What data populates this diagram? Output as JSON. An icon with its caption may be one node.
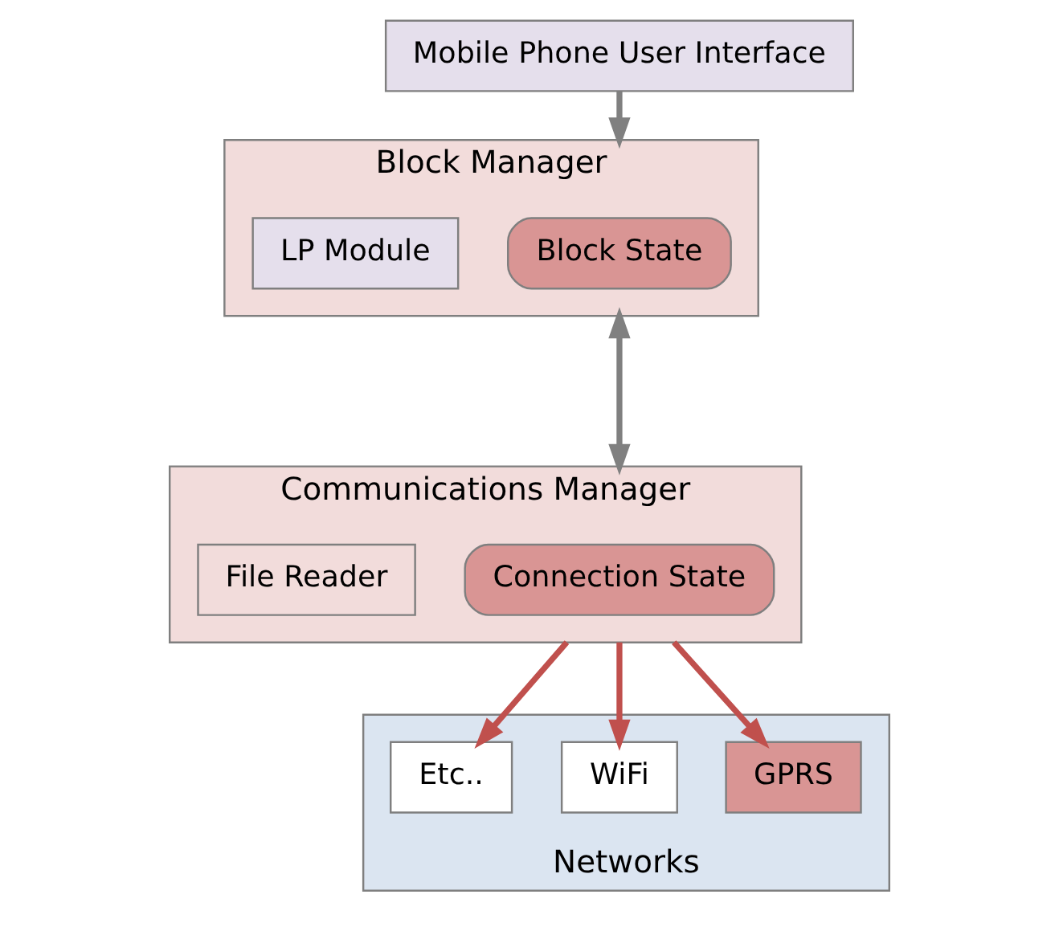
{
  "diagram": {
    "nodes": [
      {
        "text": [
          "Mobile Phone User Interface"
        ]
      },
      {
        "text": [
          "Block Manager"
        ]
      },
      {
        "text": [
          "Block State"
        ],
        "in": 1
      },
      {
        "text": [
          "LP Module"
        ],
        "in": 1
      },
      {
        "text": [
          "Communications Manager"
        ]
      },
      {
        "text": [
          "Connection State"
        ],
        "in": 4
      },
      {
        "text": [
          "File Reader"
        ],
        "in": 4
      },
      {
        "text": [
          "Networks"
        ]
      },
      {
        "text": [
          "GPRS"
        ],
        "in": 7
      },
      {
        "text": [
          "WiFi"
        ],
        "in": 7
      },
      {
        "text": [
          "Etc.."
        ],
        "in": 7
      }
    ],
    "edges": [
      {
        "from": 0,
        "to": 1,
        "arrow": "to",
        "color": "#808080"
      },
      {
        "from": 1,
        "to": 4,
        "arrow": "both",
        "color": "#808080"
      },
      {
        "from": 4,
        "to": 8,
        "arrow": "to"
      },
      {
        "from": 4,
        "to": 9,
        "arrow": "to"
      },
      {
        "from": 4,
        "to": 10,
        "arrow": "to"
      }
    ]
  }
}
